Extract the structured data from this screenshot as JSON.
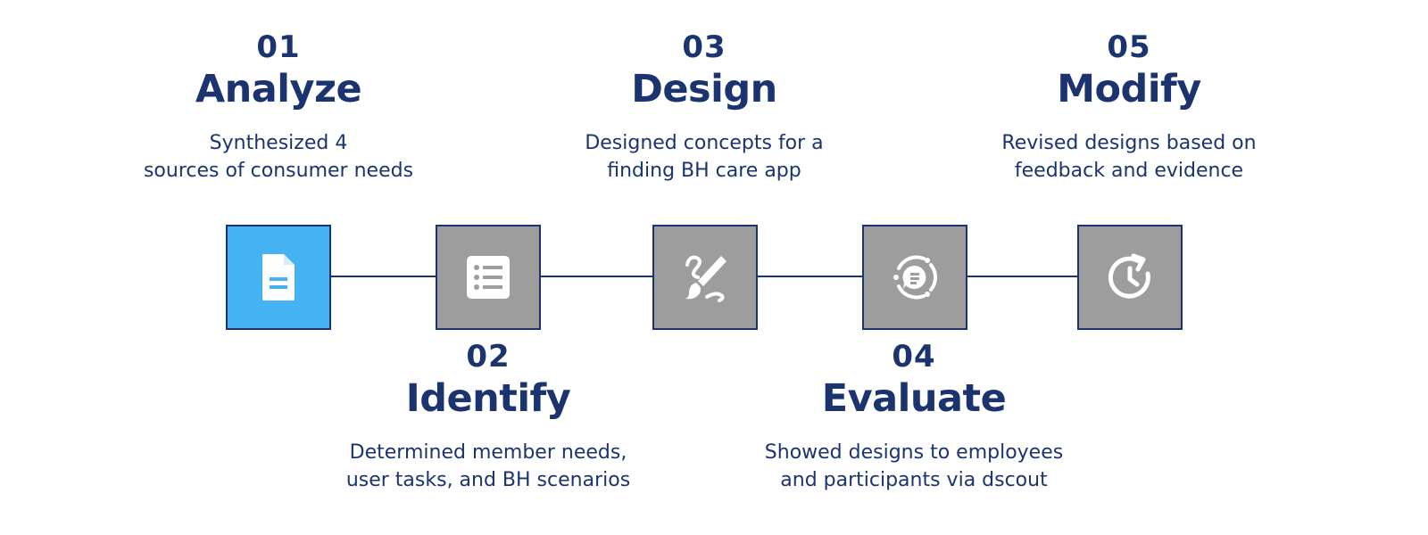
{
  "colors": {
    "navy": "#1b3470",
    "active_fill": "#45b3f2",
    "inactive_fill": "#9d9d9d",
    "icon": "#ffffff"
  },
  "steps": [
    {
      "number": "01",
      "title": "Analyze",
      "description_lines": [
        "Synthesized 4",
        "sources of consumer needs"
      ],
      "icon": "document-icon",
      "active": true
    },
    {
      "number": "02",
      "title": "Identify",
      "description_lines": [
        "Determined member needs,",
        "user tasks, and BH scenarios"
      ],
      "icon": "list-icon",
      "active": false
    },
    {
      "number": "03",
      "title": "Design",
      "description_lines": [
        "Designed concepts for a",
        "finding BH care app"
      ],
      "icon": "brush-icon",
      "active": false
    },
    {
      "number": "04",
      "title": "Evaluate",
      "description_lines": [
        "Showed designs to employees",
        "and participants via dscout"
      ],
      "icon": "chat-cycle-icon",
      "active": false
    },
    {
      "number": "05",
      "title": "Modify",
      "description_lines": [
        "Revised designs based on",
        "feedback and evidence"
      ],
      "icon": "clock-refresh-icon",
      "active": false
    }
  ]
}
